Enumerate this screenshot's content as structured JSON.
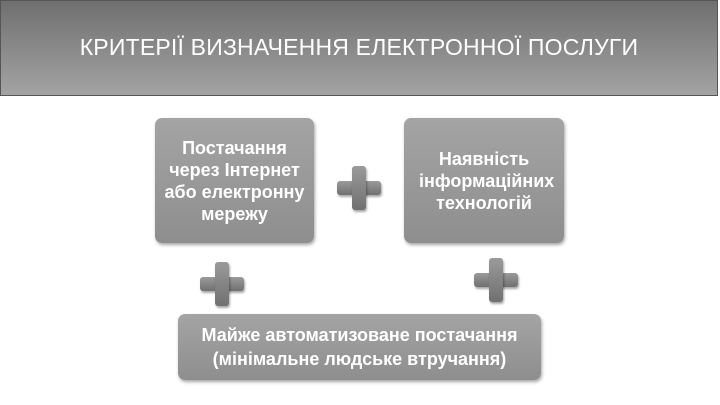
{
  "slide": {
    "title": "КРИТЕРІЇ ВИЗНАЧЕННЯ ЕЛЕКТРОННОЇ ПОСЛУГИ"
  },
  "nodes": {
    "left": "Постачання через Інтернет або електронну мережу",
    "right": "Наявність інформаційних технологій",
    "bottom_line1": "Майже автоматизоване постачання",
    "bottom_line2": "(мінімальне людське втручання)"
  },
  "icons": {
    "plus": "plus-icon"
  }
}
